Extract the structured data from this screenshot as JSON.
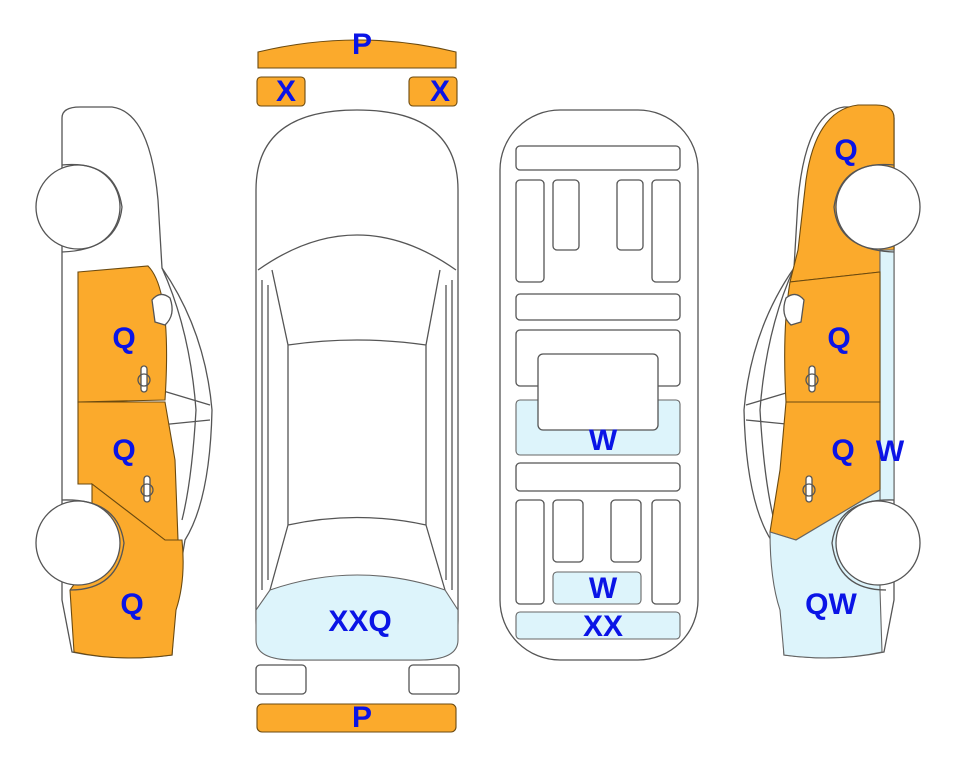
{
  "colors": {
    "damage_orange": "#FBAA2C",
    "damage_blue": "#DDF4FB",
    "label": "#0A14E6"
  },
  "labels": {
    "front_bumper": "P",
    "left_mirror": "X",
    "right_mirror": "X",
    "left_front_door": "Q",
    "left_rear_door": "Q",
    "left_rear_fender": "Q",
    "rear_window": "XXQ",
    "rear_bumper": "P",
    "under_center": "W",
    "under_rear": "W",
    "under_rear_bumper": "XX",
    "right_front_fender": "Q",
    "right_front_door": "Q",
    "right_rear_door": "Q",
    "right_sill": "W",
    "right_rear_fender": "QW"
  }
}
